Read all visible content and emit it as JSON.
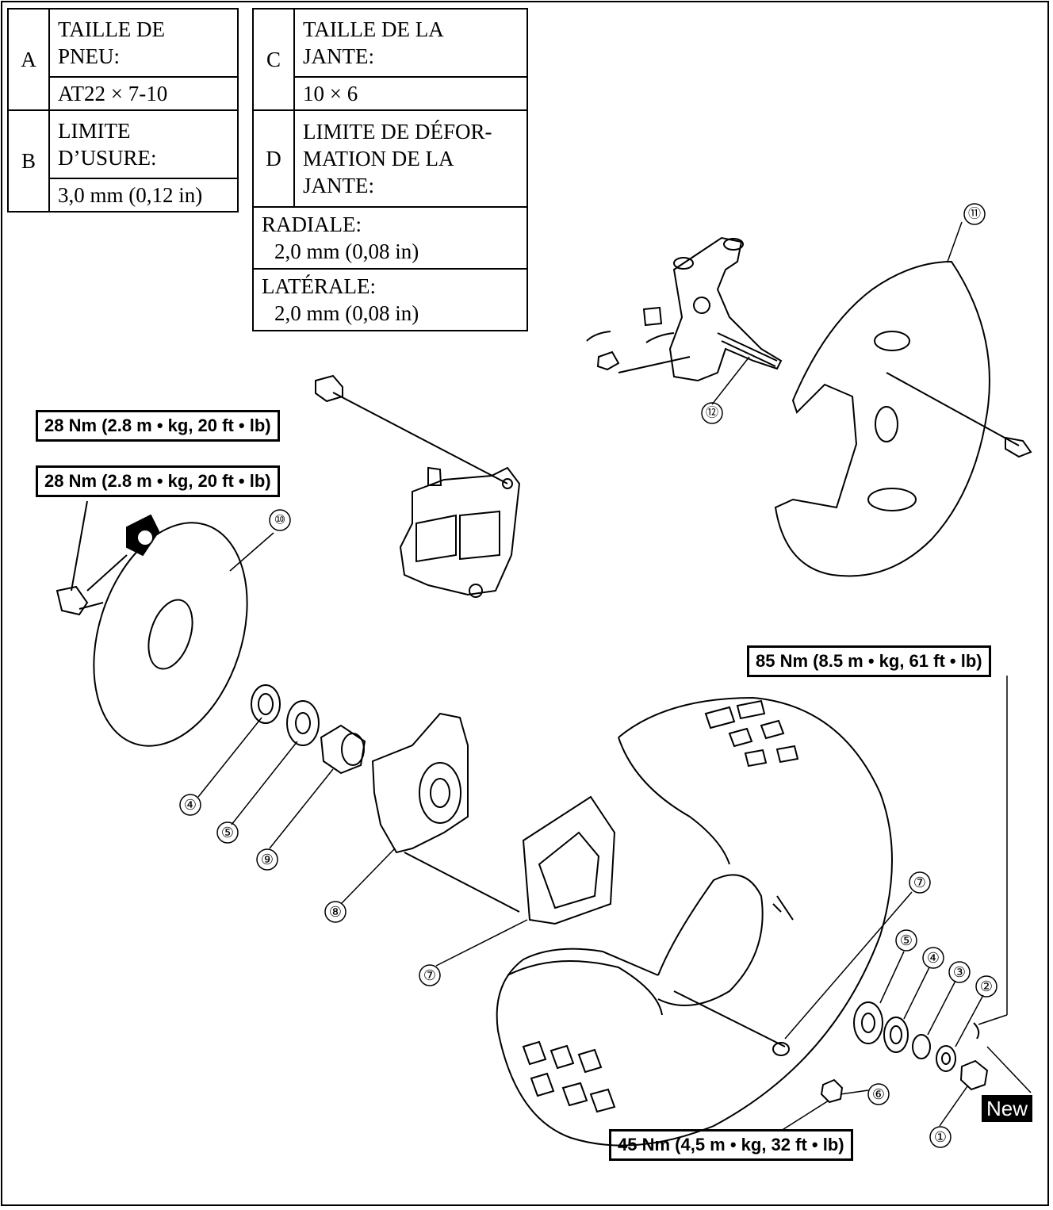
{
  "spec_table_left": {
    "rows": [
      {
        "key": "A",
        "label": "TAILLE DE PNEU:",
        "value": "AT22 × 7-10"
      },
      {
        "key": "B",
        "label": "LIMITE D’USURE:",
        "value": "3,0 mm (0,12 in)"
      }
    ]
  },
  "spec_table_right": {
    "rows": [
      {
        "key": "C",
        "label": "TAILLE DE LA JANTE:",
        "value": "10 × 6"
      },
      {
        "key": "D",
        "label": "LIMITE DE DÉFOR-MATION DE LA JANTE:"
      }
    ],
    "radial_label": "RADIALE:",
    "radial_value": "2,0 mm (0,08 in)",
    "lateral_label": "LATÉRALE:",
    "lateral_value": "2,0 mm (0,08 in)"
  },
  "torque_specs": {
    "caliper_bolt": "28 Nm (2.8 m • kg, 20 ft • lb)",
    "disc_bolt": "28 Nm (2.8 m • kg, 20 ft • lb)",
    "axle_nut": "85 Nm (8.5 m • kg, 61 ft • lb)",
    "wheel_nut": "45 Nm (4,5 m • kg, 32 ft • lb)"
  },
  "new_badge": "New",
  "callouts": {
    "c1": "①",
    "c2": "②",
    "c3": "③",
    "c4": "④",
    "c5": "⑤",
    "c6": "⑥",
    "c7": "⑦",
    "c8": "⑧",
    "c9": "⑨",
    "c10": "⑩",
    "c11": "⑪",
    "c12": "⑫"
  }
}
